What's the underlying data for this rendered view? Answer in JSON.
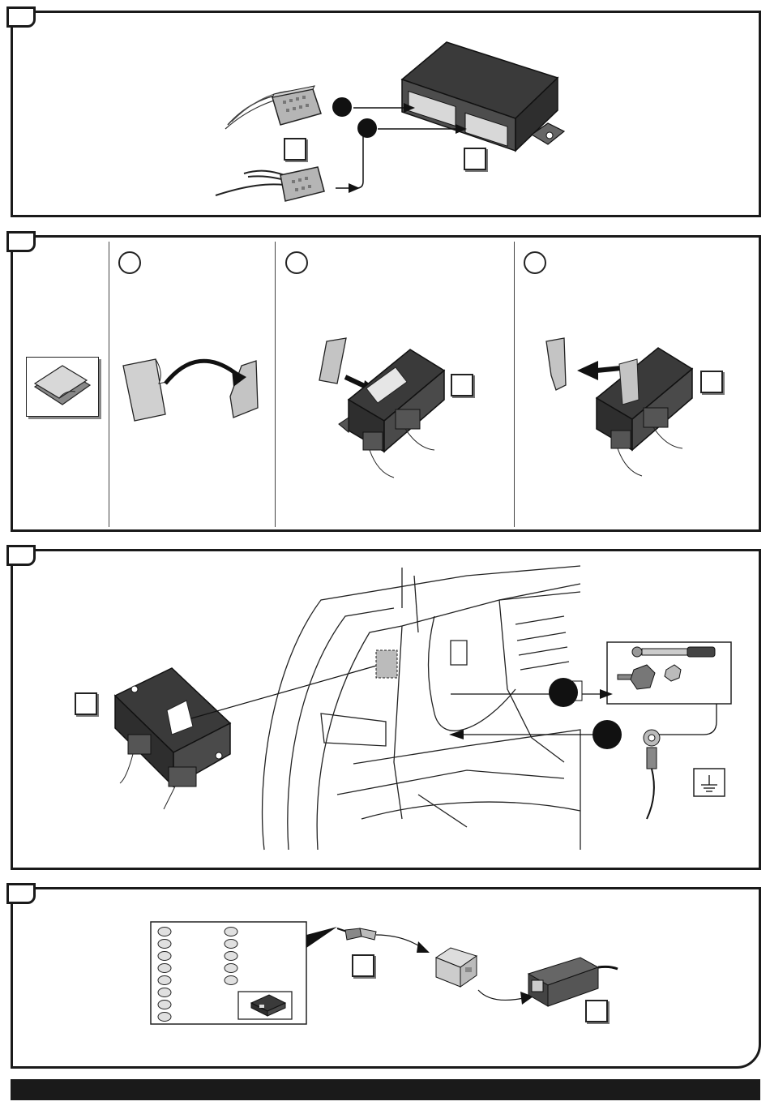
{
  "document": {
    "type": "installation-instructions",
    "steps": [
      {
        "id": "step-1",
        "tab_label": "",
        "ref_labels": [
          "",
          ""
        ],
        "callouts": 2
      },
      {
        "id": "step-2",
        "tab_label": "",
        "sub_steps": [
          "",
          "",
          ""
        ],
        "ref_labels": [
          "",
          ""
        ]
      },
      {
        "id": "step-3",
        "tab_label": "",
        "ref_labels": [
          "",
          ""
        ],
        "callouts": 2
      },
      {
        "id": "step-4",
        "tab_label": "",
        "ref_labels": [
          "",
          ""
        ]
      }
    ],
    "footer": ""
  },
  "colors": {
    "line": "#1a1a1a",
    "module_dark": "#3a3a3a",
    "module_mid": "#5a5a5a",
    "connector_grey": "#b5b5b5",
    "tape_grey": "#c4c4c4",
    "light_fill": "#e6e6e6"
  },
  "icons": [
    "control-module-icon",
    "wire-connector-icon",
    "double-sided-tape-icon",
    "bolt-icon",
    "ratchet-wrench-icon",
    "nut-icon",
    "ground-terminal-icon",
    "ground-symbol-icon",
    "blade-connector-icon",
    "plug-housing-icon",
    "socket-housing-icon",
    "vehicle-trunk-icon"
  ]
}
